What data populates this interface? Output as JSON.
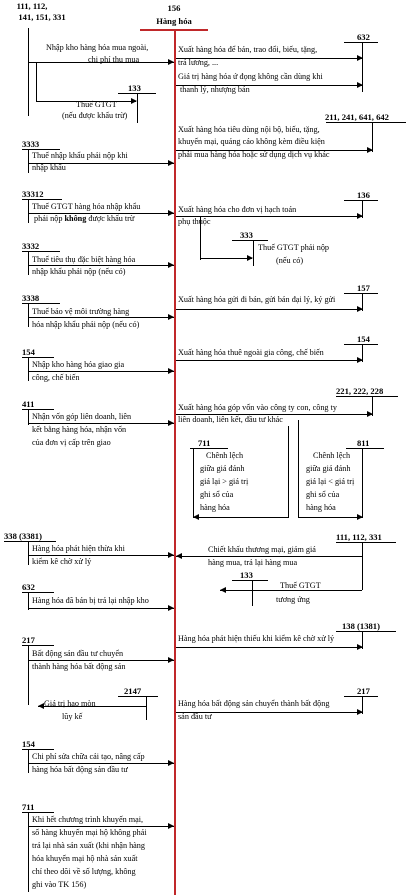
{
  "header": {
    "left_accounts_line1": "111, 112,",
    "left_accounts_line2": "141, 151, 331",
    "center_account": "156",
    "center_title": "Hàng hóa"
  },
  "left": {
    "nhap_kho_l1": "Nhập kho hàng hóa mua ngoài,",
    "nhap_kho_l2": "chi phí thu mua",
    "acc_133": "133",
    "thue_gtgt_l1": "Thuế GTGT",
    "thue_gtgt_l2": "(nếu được khấu trừ)",
    "acc_3333": "3333",
    "nk_l1": "Thuế nhập khẩu phải nộp khi",
    "nk_l2": "nhập khẩu",
    "acc_33312": "33312",
    "gtgtnk_l1": "Thuế GTGT hàng hóa nhập khẩu",
    "gtgtnk_l2a": "phải nộp ",
    "gtgtnk_l2b": "không",
    "gtgtnk_l2c": " được khấu trừ",
    "acc_3332": "3332",
    "ttdb_l1": "Thuế tiêu thụ đặc biệt hàng hóa",
    "ttdb_l2": "nhập khẩu phải nộp (nếu có)",
    "acc_3338": "3338",
    "bvmt_l1": "Thuế bảo vệ môi trường hàng",
    "bvmt_l2": "hóa nhập khẩu phải nộp (nếu có)",
    "acc_154a": "154",
    "gc_l1": "Nhập kho hàng hóa giao gia",
    "gc_l2": "công, chế biến",
    "acc_411": "411",
    "von_l1": "Nhận vốn góp liên doanh, liên",
    "von_l2": "kết bằng hàng hóa, nhận vốn",
    "von_l3": "của đơn vị cấp trên giao",
    "acc_338": "338 (3381)",
    "thua_l1": "Hàng hóa phát hiện thừa khi",
    "thua_l2": "kiểm kê chờ xử lý",
    "acc_632b": "632",
    "tra_lai": "Hàng hóa đã bán bị trả lại nhập kho",
    "acc_217a": "217",
    "bds_l1": "Bất động sản đầu tư chuyển",
    "bds_l2": "thành hàng hóa bất động sản",
    "acc_2147": "2147",
    "hm_l1": "Giá trị hao mòn",
    "hm_l2": "lũy kế",
    "acc_154b": "154",
    "cp_l1": "Chi phí sửa chữa cải tạo, nâng cấp",
    "cp_l2": "hàng hóa bất động sản đầu tư",
    "acc_711b": "711",
    "km_l1": "Khi hết chương trình khuyến mại,",
    "km_l2": "số hàng khuyến mại hộ không phải",
    "km_l3": "trả lại nhà sản xuất (khi nhận hàng",
    "km_l4": "hóa khuyến mại hộ nhà sản xuất",
    "km_l5": "chỉ theo dõi về số lượng, không",
    "km_l6": "ghi vào TK 156)"
  },
  "right": {
    "acc_632": "632",
    "ban_l1": "Xuất hàng hóa để bán, trao đổi, biếu, tặng,",
    "ban_l2": "trả lương, ...",
    "dong_l1": "Giá trị hàng hóa ứ đọng không cần  dùng khi",
    "dong_l2": "thanh lý, nhượng bán",
    "acc_211": "211, 241, 641, 642",
    "nb_l1": "Xuất hàng hóa tiêu dùng nội bộ, biếu, tặng,",
    "nb_l2": "khuyến mại, quảng cáo không kèm điều kiện",
    "nb_l3": "phải mua hàng hóa hoặc sử dụng dịch vụ khác",
    "acc_136": "136",
    "pt_l1": "Xuất hàng hóa cho đơn vị hạch toán",
    "pt_l2": "phụ thuộc",
    "acc_333": "333",
    "gtgt_pn_l1": "Thuế GTGT phải nộp",
    "gtgt_pn_l2": "(nếu có)",
    "acc_157": "157",
    "gui_ban": "Xuất hàng hóa gửi đi bán, gửi bán đại lý, ký gửi",
    "acc_154": "154",
    "thue_gc": "Xuất hàng hóa thuê ngoài gia công, chế biến",
    "acc_221": "221, 222, 228",
    "gop_l1": "Xuất hàng hóa góp vốn vào công ty con, công ty",
    "gop_l2": "liên doanh, liên kết, đầu tư khác",
    "acc_711": "711",
    "cl711_l1": "Chênh lệch",
    "cl711_l2": "giữa  giá  đánh",
    "cl711_l3": "giá lại > giá  trị",
    "cl711_l4": "ghi sổ của",
    "cl711_l5": "hàng hóa",
    "acc_811": "811",
    "cl811_l1": "Chênh lệch",
    "cl811_l2": "giữa  giá  đánh",
    "cl811_l3": "giá lại < giá  trị",
    "cl811_l4": "ghi sổ của",
    "cl811_l5": "hàng hóa",
    "acc_111b": "111, 112, 331",
    "ck_l1": "Chiết khấu thương mại, giảm giá",
    "ck_l2": "hàng mua, trả lại hàng mua",
    "acc_133b": "133",
    "gtgt_tu_l1": "Thuế GTGT",
    "gtgt_tu_l2": "tương ứng",
    "acc_138": "138 (1381)",
    "thieu": "Hàng hóa phát hiện thiếu khi  kiểm kê chờ xử lý",
    "acc_217": "217",
    "bds_l1": "Hàng hóa bất động sản chuyển thành bất động",
    "bds_l2": "sản đầu tư"
  }
}
